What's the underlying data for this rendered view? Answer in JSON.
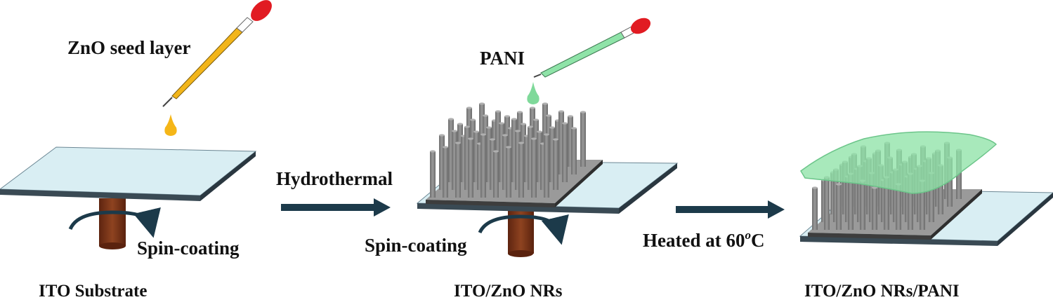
{
  "labels": {
    "zno_seed_layer": "ZnO seed layer",
    "pani": "PANI",
    "hydrothermal": "Hydrothermal",
    "spin_coating_1": "Spin-coating",
    "spin_coating_2": "Spin-coating",
    "heated_prefix": "Heated at 60",
    "heated_degree": "o",
    "heated_unit": "C",
    "ito_substrate": "ITO Substrate",
    "ito_zno_nrs": "ITO/ZnO NRs",
    "ito_zno_nrs_pani": "ITO/ZnO NRs/PANI"
  },
  "colors": {
    "substrate_top": "#d9eef3",
    "substrate_edge": "#3a4a54",
    "seed_drop": "#f5b618",
    "pani_drop": "#7fd99a",
    "pani_film": "#8fe3a8",
    "nanorod": "#808080",
    "arrow": "#1c3a4a",
    "spin_stand": "#7b3416",
    "pipette_tip": "#e11b22"
  }
}
